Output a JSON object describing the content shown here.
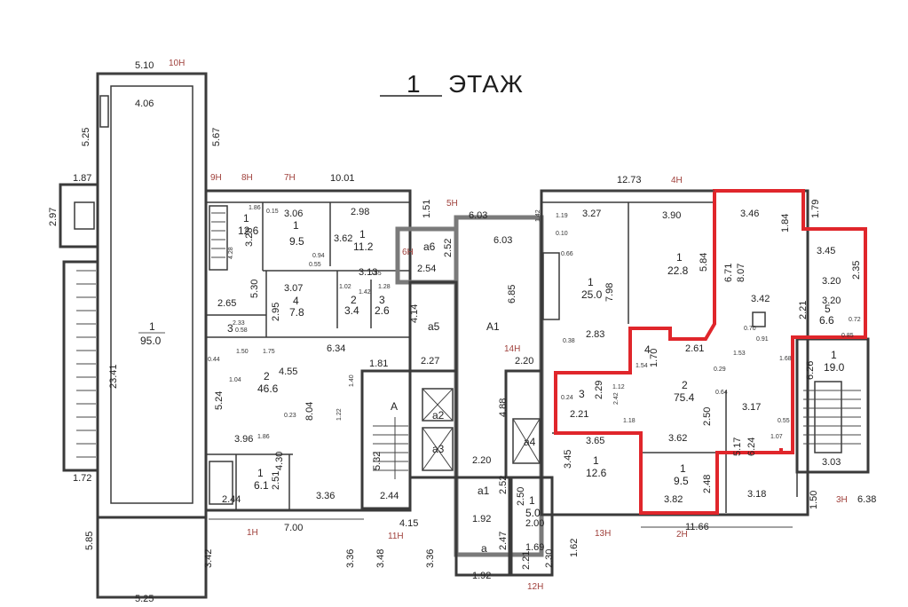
{
  "title": {
    "num": "1",
    "word": "ЭТАЖ"
  },
  "exits": [
    "10Н",
    "9Н",
    "8Н",
    "7Н",
    "6Н",
    "5Н",
    "4Н",
    "3Н",
    "2Н",
    "1Н",
    "11Н",
    "12Н",
    "13Н",
    "14Н"
  ],
  "rooms": [
    {
      "id": "big-1",
      "num": "1",
      "area": "95.0"
    },
    {
      "id": "r9-1",
      "num": "1",
      "area": "12.6"
    },
    {
      "id": "r7-1",
      "num": "1",
      "area": "9.5"
    },
    {
      "id": "r6-1",
      "num": "1",
      "area": "11.2"
    },
    {
      "id": "r8-4",
      "num": "4",
      "area": "7.8"
    },
    {
      "id": "r8-2",
      "num": "2",
      "area": "3.4"
    },
    {
      "id": "r8-3",
      "num": "3",
      "area": "2.6"
    },
    {
      "id": "r3",
      "num": "3",
      "area": ""
    },
    {
      "id": "r8-2big",
      "num": "2",
      "area": "46.6"
    },
    {
      "id": "r1h",
      "num": "1",
      "area": "6.1"
    },
    {
      "id": "a6",
      "num": "а6",
      "area": ""
    },
    {
      "id": "a5",
      "num": "а5",
      "area": ""
    },
    {
      "id": "A",
      "num": "А",
      "area": ""
    },
    {
      "id": "A1",
      "num": "А1",
      "area": ""
    },
    {
      "id": "a1",
      "num": "а1",
      "area": ""
    },
    {
      "id": "a",
      "num": "а",
      "area": ""
    },
    {
      "id": "r12-1",
      "num": "1",
      "area": "5.0"
    },
    {
      "id": "a2",
      "num": "а2",
      "area": ""
    },
    {
      "id": "a3",
      "num": "а3",
      "area": ""
    },
    {
      "id": "a4",
      "num": "а4",
      "area": ""
    },
    {
      "id": "r14-1",
      "num": "1",
      "area": "25.0"
    },
    {
      "id": "r4-1",
      "num": "1",
      "area": "22.8"
    },
    {
      "id": "r13-1",
      "num": "1",
      "area": "12.6"
    },
    {
      "id": "hl-4",
      "num": "4",
      "area": ""
    },
    {
      "id": "hl-2",
      "num": "2",
      "area": "75.4"
    },
    {
      "id": "hl-3",
      "num": "3",
      "area": ""
    },
    {
      "id": "hl-1",
      "num": "1",
      "area": "9.5"
    },
    {
      "id": "hl-5",
      "num": "5",
      "area": "6.6"
    },
    {
      "id": "r3h-1",
      "num": "1",
      "area": "19.0"
    }
  ],
  "dimensions": [
    "5.10",
    "4.06",
    "5.25",
    "5.67",
    "1.87",
    "2.97",
    "23.41",
    "1.72",
    "5.85",
    "3.42",
    "5.25",
    "10.01",
    "3.06",
    "2.98",
    "1.51",
    "6.03",
    "6.03",
    "3.27",
    "12.73",
    "3.90",
    "3.46",
    "1.84",
    "1.79",
    "3.45",
    "2.35",
    "3.20",
    "3.20",
    "6.71",
    "8.07",
    "5.84",
    "3.42",
    "2.21",
    "3.28",
    "3.62",
    "3.13",
    "2.52",
    "2.54",
    "2.65",
    "5.30",
    "3.07",
    "2.95",
    "4.14",
    "6.85",
    "7.98",
    "2.83",
    "2.61",
    "6.26",
    "6.34",
    "1.81",
    "2.27",
    "2.20",
    "1.70",
    "3.17",
    "4.55",
    "5.24",
    "8.04",
    "4.88",
    "2.29",
    "2.21",
    "2.50",
    "3.62",
    "5.17",
    "6.24",
    "3.96",
    "4.30",
    "5.32",
    "3.65",
    "3.45",
    "2.20",
    "2.52",
    "2.48",
    "3.03",
    "6.38",
    "2.51",
    "2.44",
    "3.36",
    "2.44",
    "4.15",
    "1.92",
    "2.50",
    "2.00",
    "3.82",
    "3.18",
    "1.50",
    "7.00",
    "3.36",
    "3.48",
    "2.47",
    "1.69",
    "2.30",
    "2.21",
    "1.92",
    "11.66",
    "1.62",
    "3.36"
  ],
  "small_dims": [
    "0.15",
    "0.94",
    "1.42",
    "0.55",
    "1.02",
    "2.33",
    "0.44",
    "1.04",
    "1.75",
    "0.23",
    "1.22",
    "1.40",
    "1.86",
    "0.45",
    "1.19",
    "0.10",
    "0.66",
    "0.38",
    "0.70",
    "0.91",
    "0.72",
    "0.85",
    "1.54",
    "0.24",
    "0.64",
    "0.29",
    "1.53",
    "1.68",
    "0.55",
    "1.07",
    "1.12",
    "1.18",
    "4.28",
    "0.58",
    "1.86",
    "1.50",
    "1.28",
    "2.42",
    "1.42"
  ]
}
